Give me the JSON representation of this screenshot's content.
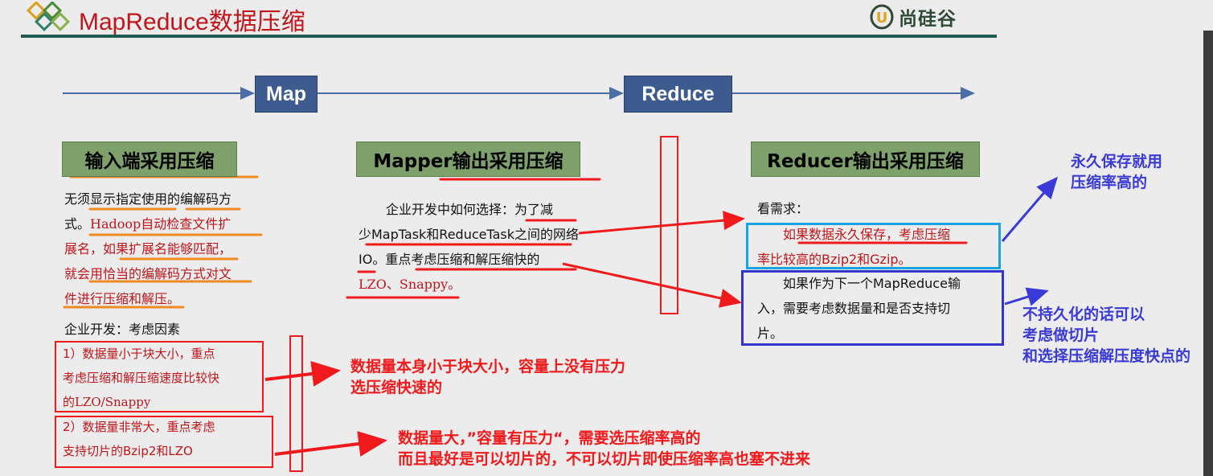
{
  "title": "MapReduce数据压缩",
  "brand": {
    "text": "尚硅谷",
    "logo_letter": "U"
  },
  "stages": {
    "map": "Map",
    "reduce": "Reduce"
  },
  "input": {
    "heading": "输入端采用压缩",
    "line1": "无须显示指定使用的编解码方",
    "line2a": "式。",
    "line2b": "Hadoop自动检查文件扩",
    "line3": "展名，如果扩展名能够匹配，",
    "line4": "就会用恰当的编解码方式对文",
    "line5": "件进行压缩和解压。",
    "factors_label": "企业开发：考虑因素",
    "factor1_l1": "1）数据量小于块大小，重点",
    "factor1_l2": "考虑压缩和解压缩速度比较快",
    "factor1_l3": "的LZO/Snappy",
    "factor2_l1": "2）数据量非常大，重点考虑",
    "factor2_l2": "支持切片的Bzip2和LZO"
  },
  "mapper": {
    "heading": "Mapper输出采用压缩",
    "line1": "企业开发中如何选择：为了减",
    "line2": "少MapTask和ReduceTask之间的网络",
    "line3": "IO。重点考虑压缩和解压缩快的",
    "line4": "LZO、Snappy。"
  },
  "reducer": {
    "heading": "Reducer输出采用压缩",
    "label": "看需求：",
    "case1_l1": "如果数据永久保存，考虑压缩",
    "case1_l2": "率比较高的Bzip2和Gzip。",
    "case2_l1": "如果作为下一个MapReduce输",
    "case2_l2": "入，需要考虑数据量和是否支持切",
    "case2_l3": "片。"
  },
  "annotations": {
    "small_l1": "数据量本身小于块大小，容量上没有压力",
    "small_l2": "选压缩快速的",
    "large_l1": "数据量大，”容量有压力“，需要选压缩率高的",
    "large_l2": "而且最好是可以切片的，不可以切片即使压缩率高也塞不进来",
    "permanent_l1": "永久保存就用",
    "permanent_l2": "压缩率高的",
    "nonpersist_l1": "不持久化的话可以",
    "nonpersist_l2": "考虑做切片",
    "nonpersist_l3": "和选择压缩解压度快点的"
  },
  "colors": {
    "title_red": "#c0151b",
    "stage_blue": "#3d5b8f",
    "heading_green": "#7ea06a",
    "annotation_red": "#f0191b",
    "annotation_blue": "#3a3ad8",
    "underline_orange": "#f08a24",
    "frame_cyan": "#1aa3e0",
    "frame_blue": "#3333cc"
  }
}
